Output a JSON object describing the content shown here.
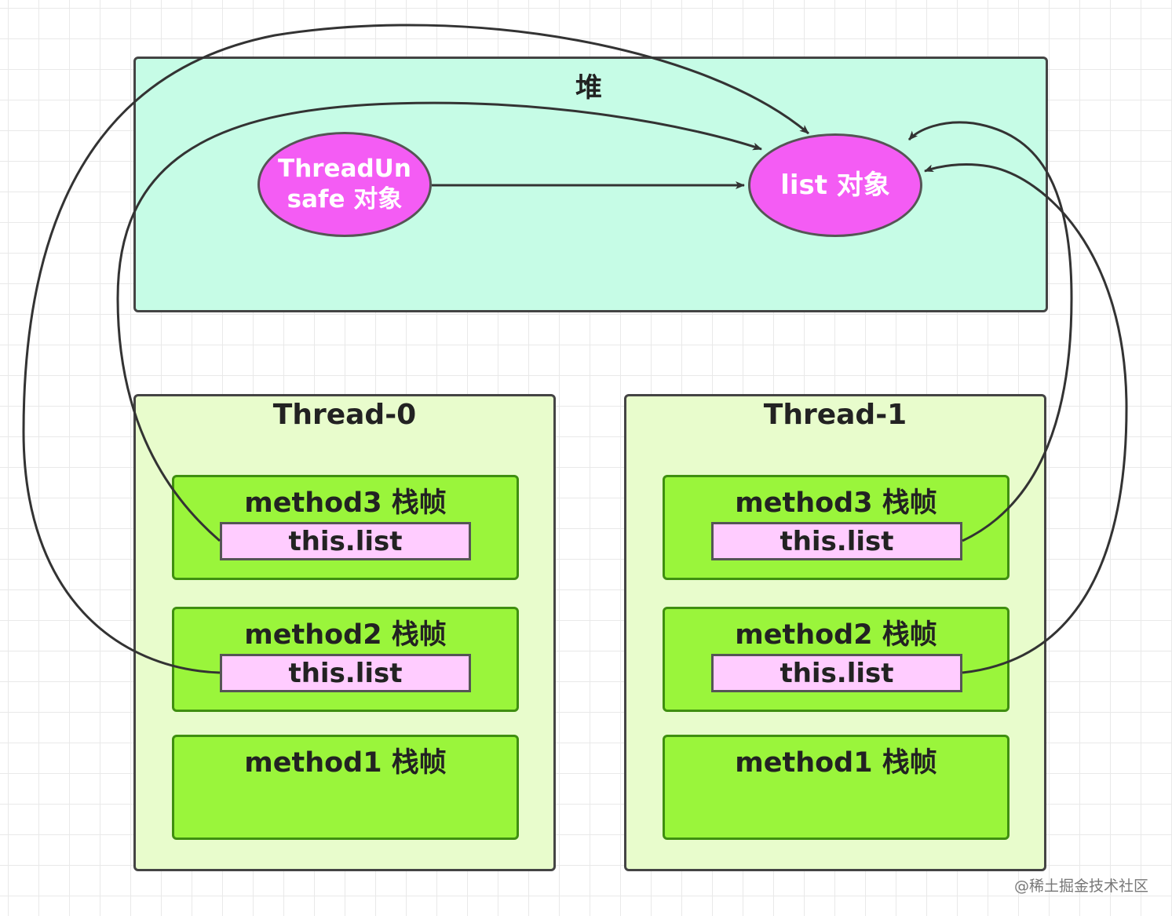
{
  "heap": {
    "title": "堆"
  },
  "objects": {
    "thread_unsafe": {
      "line1": "ThreadUn",
      "line2": "safe 对象"
    },
    "list": {
      "label": "list 对象"
    }
  },
  "threads": [
    {
      "title": "Thread-0",
      "frames": [
        {
          "title": "method3 栈帧",
          "var": "this.list"
        },
        {
          "title": "method2 栈帧",
          "var": "this.list"
        },
        {
          "title": "method1 栈帧"
        }
      ]
    },
    {
      "title": "Thread-1",
      "frames": [
        {
          "title": "method3 栈帧",
          "var": "this.list"
        },
        {
          "title": "method2 栈帧",
          "var": "this.list"
        },
        {
          "title": "method1 栈帧"
        }
      ]
    }
  ],
  "watermark": "@稀土掘金技术社区",
  "colors": {
    "heap_fill": "#c6fce6",
    "thread_fill": "#e8fccc",
    "frame_fill": "#9af53b",
    "var_fill": "#ffccff",
    "object_fill": "#f45cf4",
    "arrow": "#333333"
  }
}
